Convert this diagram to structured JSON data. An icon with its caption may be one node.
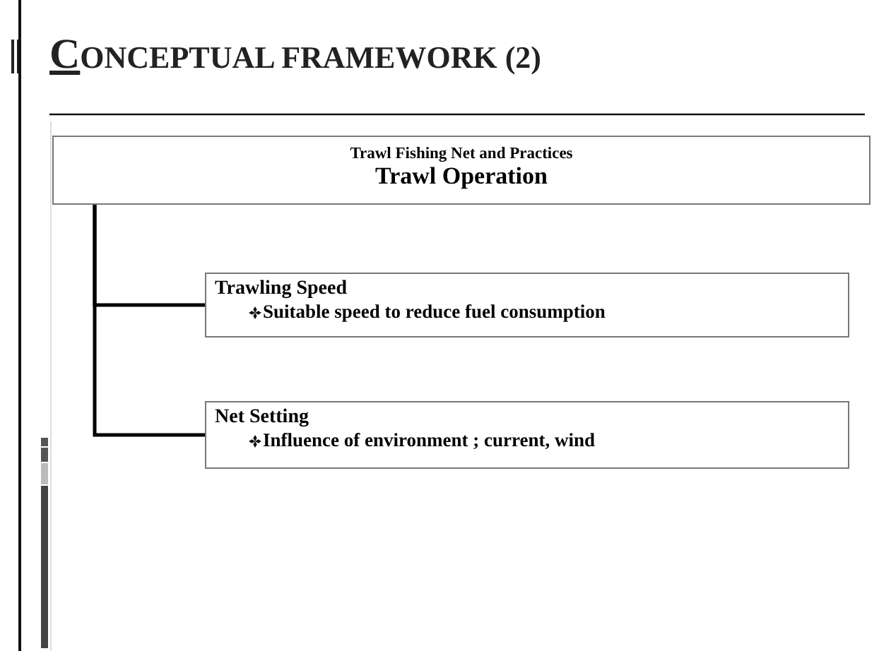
{
  "diagram": {
    "title": "CONCEPTUAL FRAMEWORK (2)",
    "nodes": [
      {
        "text": [
          "Trawl Fishing Net and Practices",
          "Trawl Operation"
        ]
      },
      {
        "text": [
          "Trawling Speed",
          "Suitable speed to reduce fuel consumption"
        ]
      },
      {
        "text": [
          "Net Setting",
          "Influence of environment ; current, wind"
        ]
      }
    ],
    "edges": [
      {
        "from": 0,
        "to": 1,
        "arrow": "none"
      },
      {
        "from": 0,
        "to": 2,
        "arrow": "none"
      }
    ]
  }
}
